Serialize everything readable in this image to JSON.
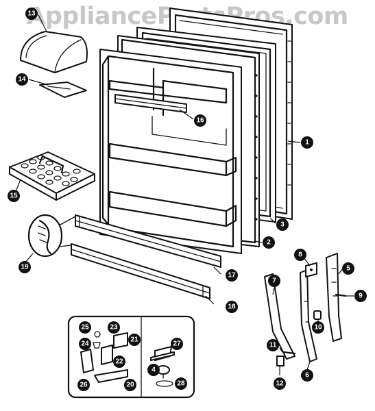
{
  "watermark": "AppliancePartsPros.com",
  "callouts": [
    {
      "n": "1"
    },
    {
      "n": "2"
    },
    {
      "n": "3"
    },
    {
      "n": "4"
    },
    {
      "n": "5"
    },
    {
      "n": "6"
    },
    {
      "n": "7"
    },
    {
      "n": "8"
    },
    {
      "n": "9"
    },
    {
      "n": "10"
    },
    {
      "n": "11"
    },
    {
      "n": "12"
    },
    {
      "n": "13"
    },
    {
      "n": "14"
    },
    {
      "n": "15"
    },
    {
      "n": "16"
    },
    {
      "n": "17"
    },
    {
      "n": "18"
    },
    {
      "n": "19"
    },
    {
      "n": "20"
    },
    {
      "n": "21"
    },
    {
      "n": "22"
    },
    {
      "n": "23"
    },
    {
      "n": "24"
    },
    {
      "n": "25"
    },
    {
      "n": "26"
    },
    {
      "n": "27"
    },
    {
      "n": "28"
    }
  ]
}
